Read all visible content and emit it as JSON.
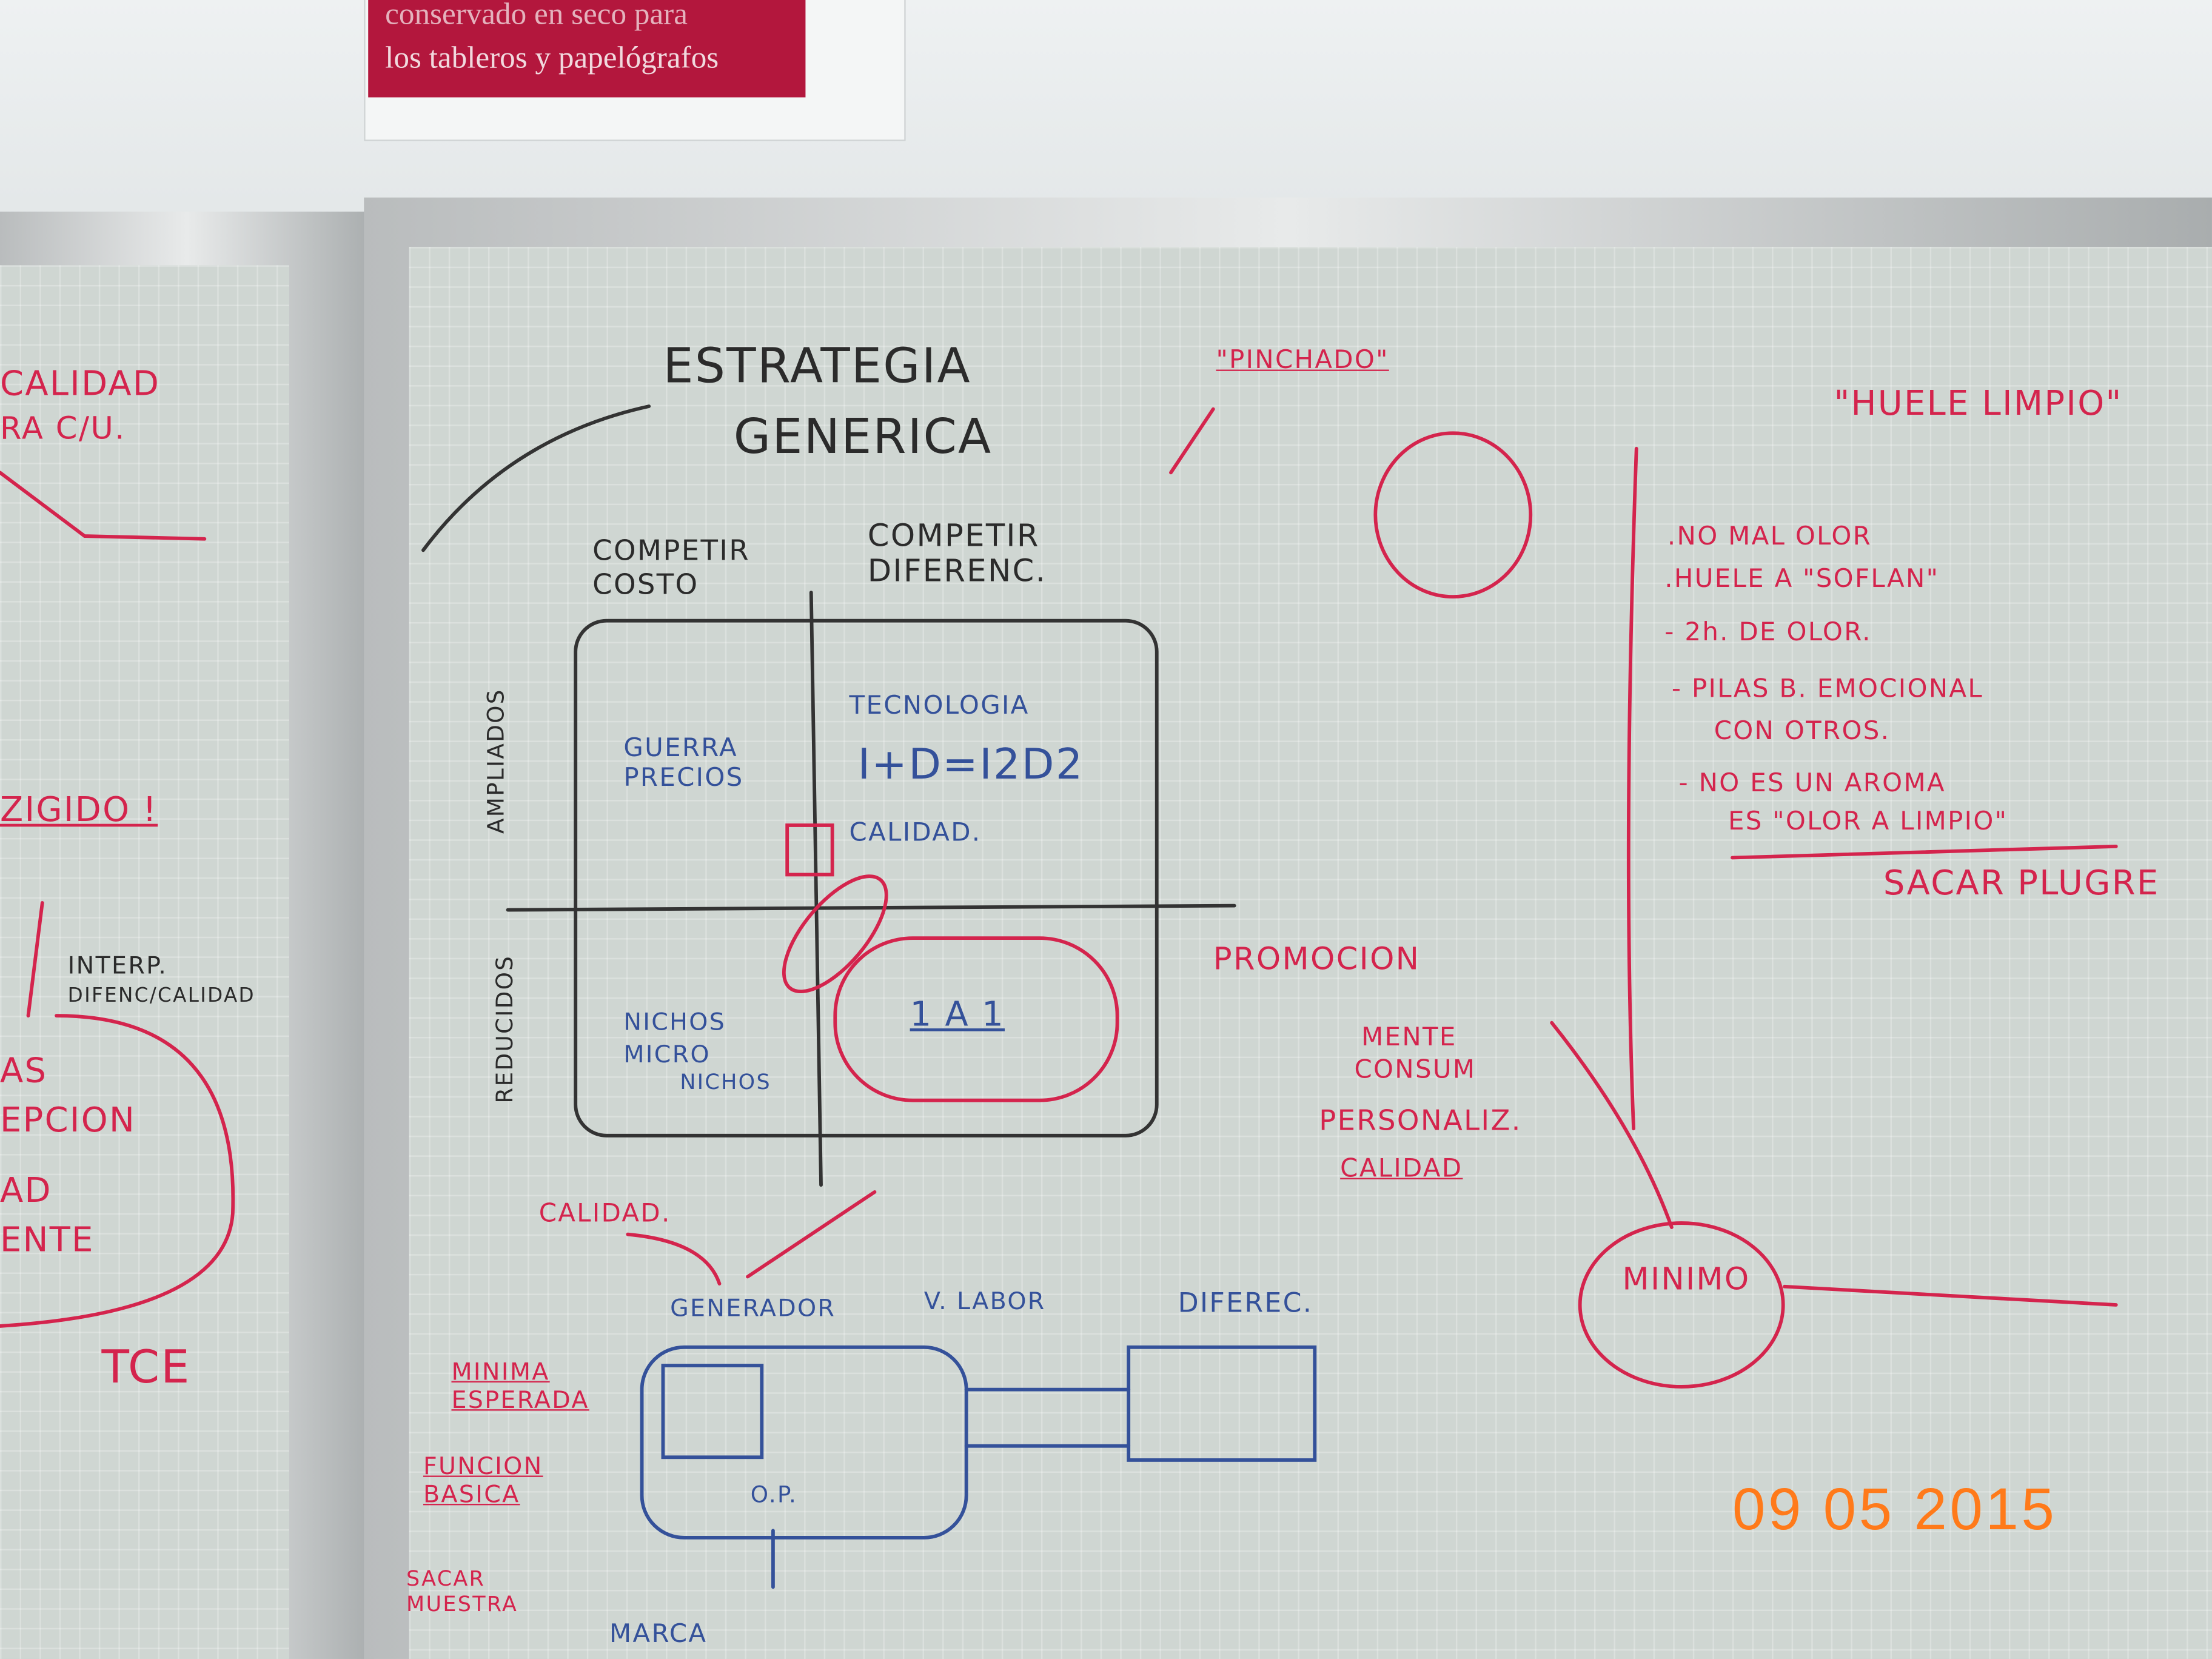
{
  "sign": {
    "line1": "conservado en seco para",
    "line2": "los tableros y papelógrafos"
  },
  "main_board": {
    "title": [
      "ESTRATEGIA",
      "GENERICA"
    ],
    "col_headers": [
      "COMPETIR COSTO",
      "COMPETIR DIFERENC."
    ],
    "row_headers": [
      "AMPLIADOS",
      "REDUCIDOS"
    ],
    "quadrants": {
      "top_left": "GUERRA PRECIOS",
      "top_right": [
        "TECNOLOGIA",
        "I+D=I2D2",
        "CALIDAD."
      ],
      "bottom_left": [
        "NICHOS",
        "MICRO",
        "NICHOS"
      ],
      "bottom_right": "1 A 1"
    },
    "pinchado": "\"PINCHADO\"",
    "promocion": "PROMOCION",
    "promo_notes": [
      "MENTE",
      "CONSUM",
      "PERSONALIZ.",
      "CALIDAD"
    ],
    "calidad_label": "CALIDAD.",
    "bottom_headers": [
      "GENERADOR",
      "V. LABOR",
      "DIFEREC."
    ],
    "bottom_notes": [
      "MINIMA ESPERADA",
      "FUNCION BASICA",
      "SACAR MUESTRA",
      "O.P.",
      "MARCA"
    ],
    "minimo": "MINIMO",
    "huele_limpio": "\"HUELE LIMPIO\"",
    "list": [
      ".NO MAL OLOR",
      ".HUELE A \"SOFLAN\"",
      "- 2h. DE OLOR.",
      "- PILAS B. EMOCIONAL",
      "CON OTROS.",
      "- NO ES UN AROMA",
      "ES \"OLOR A LIMPIO\"",
      "SACAR PLUGRE"
    ]
  },
  "left_board": {
    "notes": [
      "CALIDAD",
      "RA C/U.",
      "ZIGIDO !",
      "INTERP.",
      "DIFENC/CALIDAD",
      "AS",
      "EPCION",
      "AD",
      "ENTE",
      "TCE"
    ]
  },
  "date_stamp": "09 05 2015"
}
